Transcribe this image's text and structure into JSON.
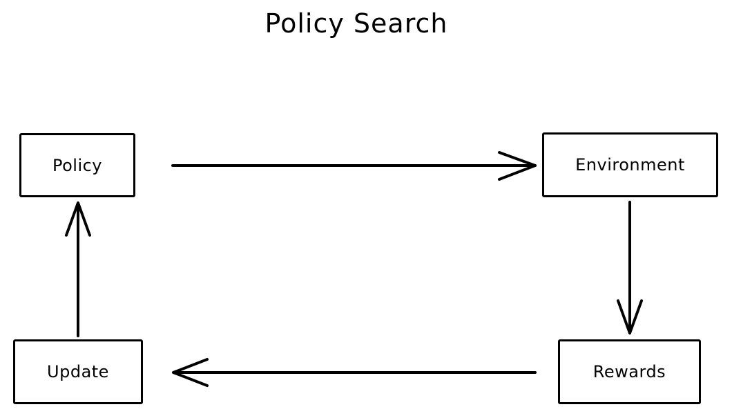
{
  "diagram": {
    "title": "Policy Search",
    "nodes": [
      {
        "id": "policy",
        "label": "Policy"
      },
      {
        "id": "environment",
        "label": "Environment"
      },
      {
        "id": "rewards",
        "label": "Rewards"
      },
      {
        "id": "update",
        "label": "Update"
      }
    ],
    "edges": [
      {
        "from": "Policy",
        "to": "Environment"
      },
      {
        "from": "Environment",
        "to": "Rewards"
      },
      {
        "from": "Rewards",
        "to": "Update"
      },
      {
        "from": "Update",
        "to": "Policy"
      }
    ],
    "colors": {
      "stroke": "#000000",
      "background": "#ffffff"
    },
    "style": "hand-drawn"
  }
}
